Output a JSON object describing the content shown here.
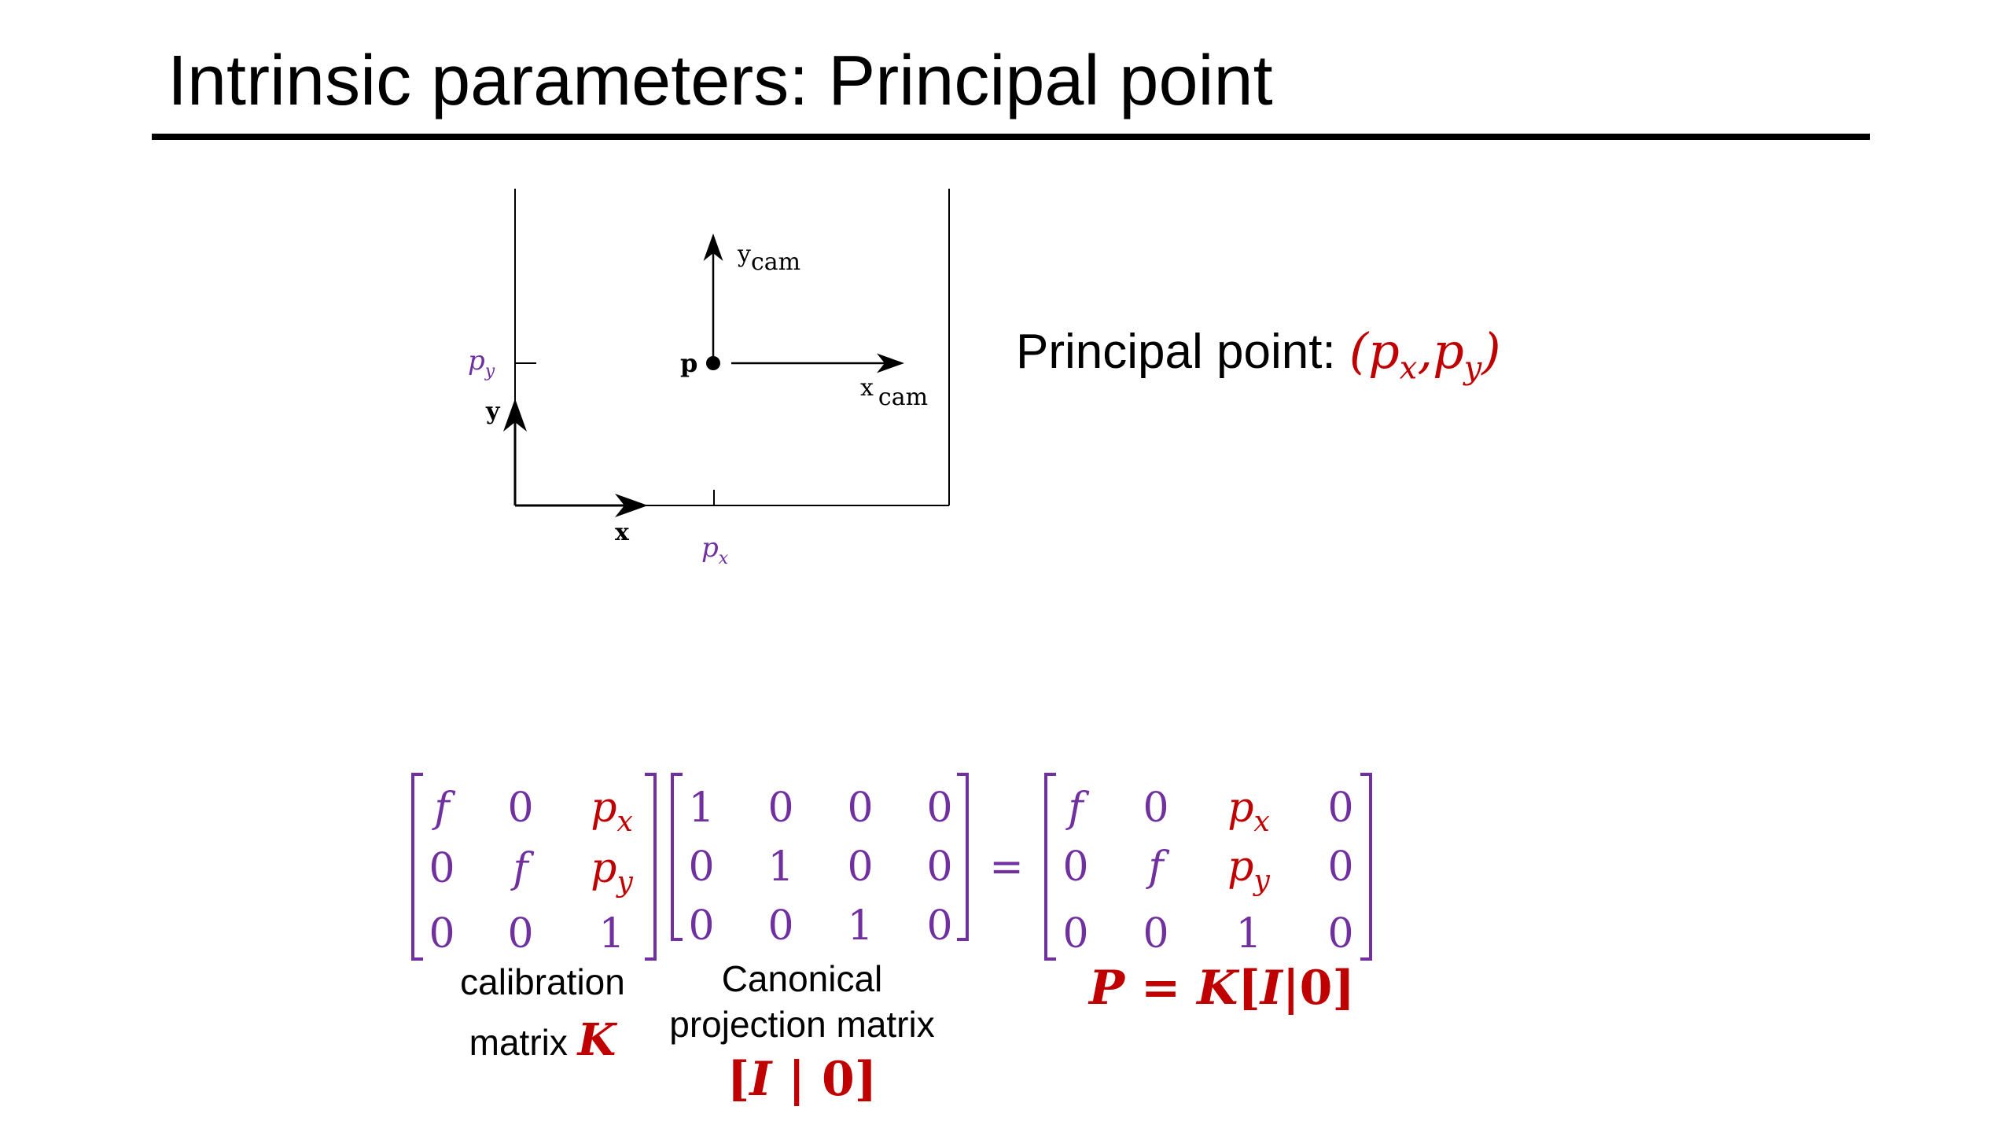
{
  "title": "Intrinsic parameters: Principal point",
  "principal": {
    "label": "Principal point: ",
    "open": "(",
    "px_base": "p",
    "px_sub": "x",
    "comma": ",",
    "py_base": "p",
    "py_sub": "y",
    "close": ")"
  },
  "diagram": {
    "y_cam": "y",
    "y_cam_sub": "cam",
    "x_cam": "x",
    "x_cam_sub": "cam",
    "p_label": "p",
    "y_label": "y",
    "x_label": "x",
    "py_base": "p",
    "py_sub": "y",
    "px_base": "p",
    "px_sub": "x"
  },
  "matrices": {
    "K": [
      [
        "f",
        "0",
        "px"
      ],
      [
        "0",
        "f",
        "py"
      ],
      [
        "0",
        "0",
        "1"
      ]
    ],
    "I0": [
      [
        "1",
        "0",
        "0",
        "0"
      ],
      [
        "0",
        "1",
        "0",
        "0"
      ],
      [
        "0",
        "0",
        "1",
        "0"
      ]
    ],
    "equals": "=",
    "P": [
      [
        "f",
        "0",
        "px",
        "0"
      ],
      [
        "0",
        "f",
        "py",
        "0"
      ],
      [
        "0",
        "0",
        "1",
        "0"
      ]
    ]
  },
  "captions": {
    "calibration_line1": "calibration",
    "calibration_line2": "matrix ",
    "calibration_symbol": "K",
    "canonical_line1": "Canonical",
    "canonical_line2": "projection matrix",
    "canonical_symbol_open": "[",
    "canonical_symbol_I": "I",
    "canonical_symbol_sep": " | ",
    "canonical_symbol_zero": "0",
    "canonical_symbol_close": "]"
  },
  "equation": {
    "P": "P",
    "eq": " = ",
    "K": "K",
    "open": "[",
    "I": "I",
    "sep": "|",
    "zero": "0",
    "close": "]"
  },
  "colors": {
    "purple": "#7030a0",
    "red": "#c00000",
    "black": "#000000"
  }
}
